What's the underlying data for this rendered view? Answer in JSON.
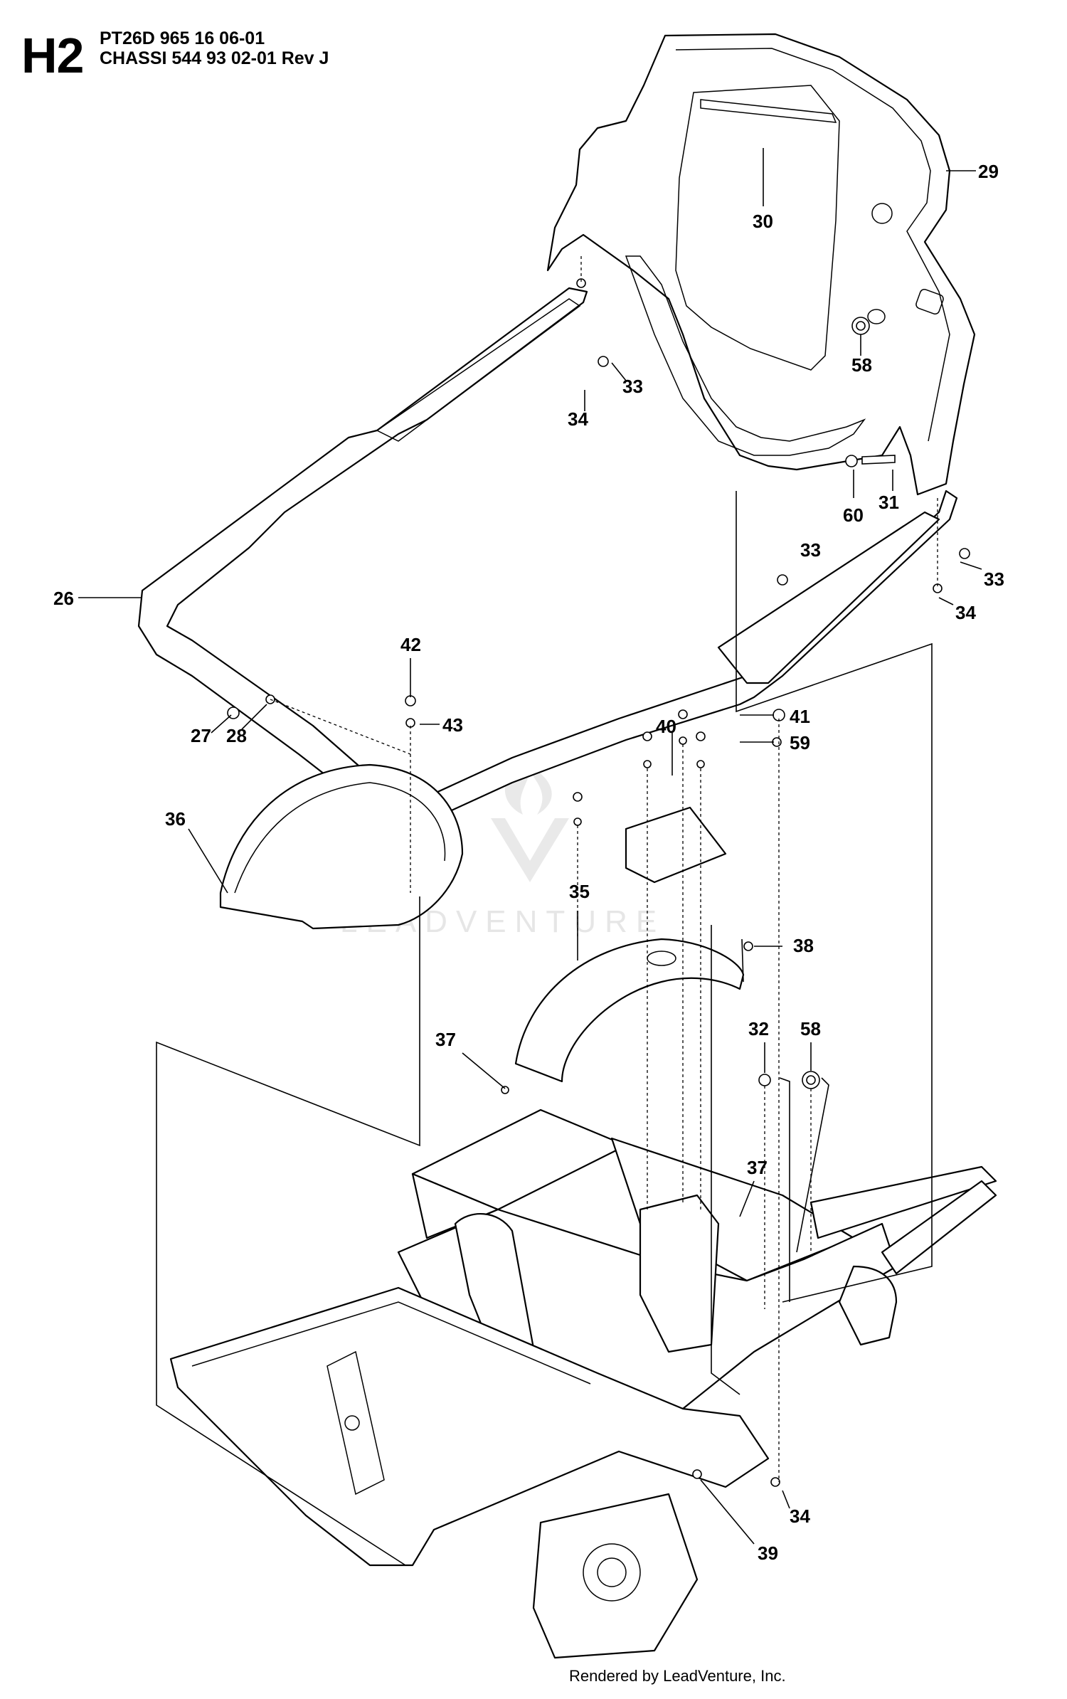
{
  "header": {
    "section_code": "H2",
    "model_line": "PT26D 965 16 06-01",
    "assembly_line": "CHASSI 544 93 02-01 Rev J"
  },
  "watermark": {
    "brand": "LEADVENTURE"
  },
  "footer": {
    "rendered_by": "Rendered by LeadVenture, Inc."
  },
  "callouts": {
    "c29": "29",
    "c30": "30",
    "c58a": "58",
    "c33a": "33",
    "c34a": "34",
    "c31": "31",
    "c60": "60",
    "c33b": "33",
    "c33c": "33",
    "c34b": "34",
    "c26": "26",
    "c42": "42",
    "c43": "43",
    "c27": "27",
    "c28": "28",
    "c41": "41",
    "c40": "40",
    "c59": "59",
    "c36": "36",
    "c35": "35",
    "c38": "38",
    "c32": "32",
    "c58b": "58",
    "c37a": "37",
    "c37b": "37",
    "c34c": "34",
    "c39": "39"
  }
}
